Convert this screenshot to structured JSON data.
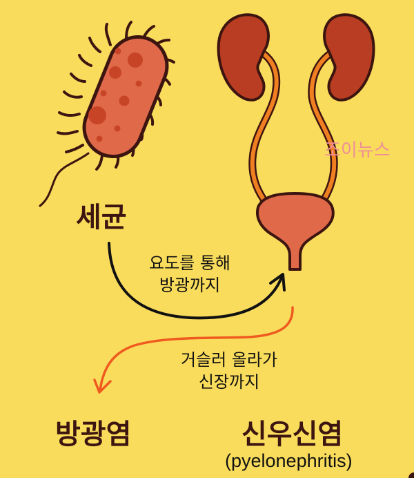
{
  "labels": {
    "bacteria": "세균",
    "path_urethra_line1": "요도를 통해",
    "path_urethra_line2": "방광까지",
    "path_ascend_line1": "거슬러 올라가",
    "path_ascend_line2": "신장까지",
    "cystitis": "방광염",
    "pyelonephritis": "신우신염",
    "pyelonephritis_en": "(pyelonephritis)",
    "watermark": "조이뉴스"
  },
  "illustrations": {
    "bacteria": "bacterium-rod-with-flagella",
    "kidneys": "kidneys-pair",
    "ureters": "ureters",
    "bladder": "bladder-with-urethra",
    "arrow_urethra": "black-curved-arrow",
    "arrow_ascend": "orange-curved-arrow"
  },
  "colors": {
    "background": "#f9dc5c",
    "outline": "#3d1510",
    "bacteria_body": "#e0694a",
    "bacteria_spots": "#c84427",
    "kidney": "#b83d22",
    "ureter": "#f07f22",
    "bladder": "#e0694a",
    "arrow_black": "#111111",
    "arrow_orange": "#ef5a1f",
    "watermark": "#ef8f98"
  }
}
